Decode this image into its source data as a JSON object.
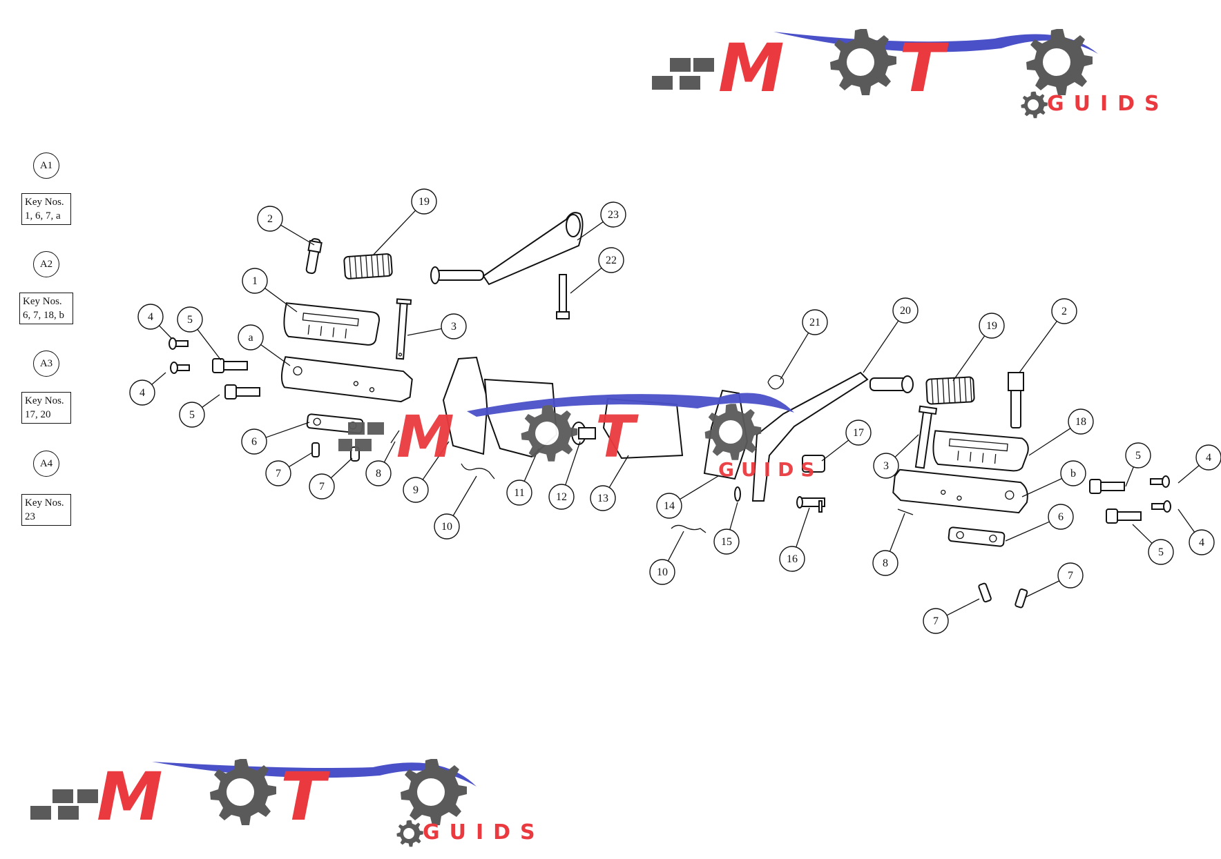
{
  "legend": [
    {
      "ref": "A1",
      "keys_title": "Key Nos.",
      "keys": "1, 6, 7, a"
    },
    {
      "ref": "A2",
      "keys_title": "Key Nos.",
      "keys": "6, 7, 18, b"
    },
    {
      "ref": "A3",
      "keys_title": "Key Nos.",
      "keys": "17, 20"
    },
    {
      "ref": "A4",
      "keys_title": "Key Nos.",
      "keys": "23"
    }
  ],
  "watermark": {
    "brand": "MOT",
    "subtitle": "GUIDS",
    "colors": {
      "red": "#ea3a3f",
      "gray": "#5a5a5a",
      "blue": "#4a50c8"
    }
  },
  "callouts": [
    {
      "id": "c2a",
      "label": "2"
    },
    {
      "id": "c19a",
      "label": "19"
    },
    {
      "id": "c23",
      "label": "23"
    },
    {
      "id": "c22",
      "label": "22"
    },
    {
      "id": "c1",
      "label": "1"
    },
    {
      "id": "c3a",
      "label": "3"
    },
    {
      "id": "c4a",
      "label": "4"
    },
    {
      "id": "c5a",
      "label": "5"
    },
    {
      "id": "ca",
      "label": "a"
    },
    {
      "id": "c4b",
      "label": "4"
    },
    {
      "id": "c5b",
      "label": "5"
    },
    {
      "id": "c6a",
      "label": "6"
    },
    {
      "id": "c7a",
      "label": "7"
    },
    {
      "id": "c7b",
      "label": "7"
    },
    {
      "id": "c8a",
      "label": "8"
    },
    {
      "id": "c9",
      "label": "9"
    },
    {
      "id": "c10a",
      "label": "10"
    },
    {
      "id": "c11",
      "label": "11"
    },
    {
      "id": "c12",
      "label": "12"
    },
    {
      "id": "c13",
      "label": "13"
    },
    {
      "id": "c14",
      "label": "14"
    },
    {
      "id": "c21",
      "label": "21"
    },
    {
      "id": "c20",
      "label": "20"
    },
    {
      "id": "c19b",
      "label": "19"
    },
    {
      "id": "c2b",
      "label": "2"
    },
    {
      "id": "c17",
      "label": "17"
    },
    {
      "id": "c18",
      "label": "18"
    },
    {
      "id": "c3b",
      "label": "3"
    },
    {
      "id": "c15",
      "label": "15"
    },
    {
      "id": "c16",
      "label": "16"
    },
    {
      "id": "c10b",
      "label": "10"
    },
    {
      "id": "cb",
      "label": "b"
    },
    {
      "id": "c5c",
      "label": "5"
    },
    {
      "id": "c4c",
      "label": "4"
    },
    {
      "id": "c4d",
      "label": "4"
    },
    {
      "id": "c5d",
      "label": "5"
    },
    {
      "id": "c6b",
      "label": "6"
    },
    {
      "id": "c8b",
      "label": "8"
    },
    {
      "id": "c7c",
      "label": "7"
    },
    {
      "id": "c7d",
      "label": "7"
    }
  ]
}
